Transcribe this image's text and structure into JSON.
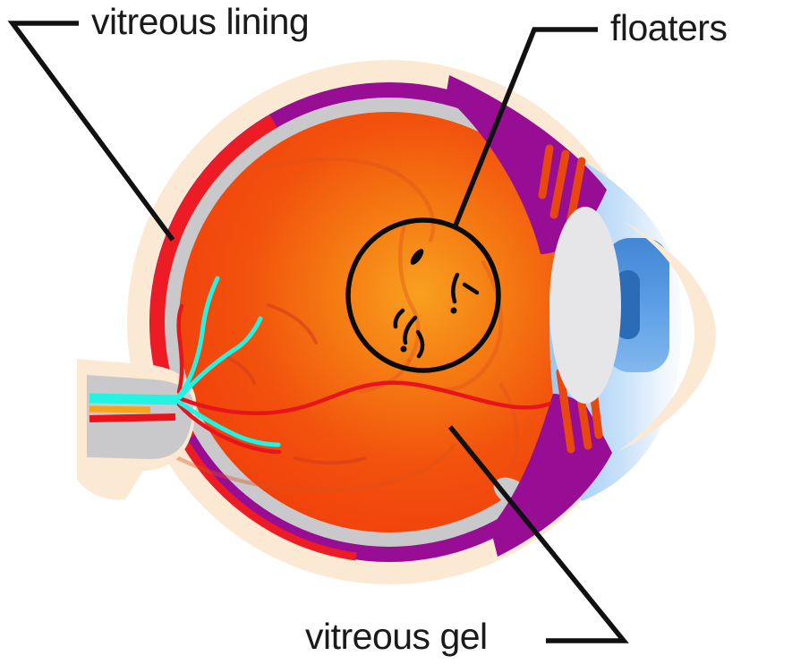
{
  "diagram": {
    "type": "eye-anatomy-floaters",
    "labels": [
      {
        "id": "vitreous-lining",
        "text": "vitreous lining"
      },
      {
        "id": "floaters",
        "text": "floaters"
      },
      {
        "id": "vitreous-gel",
        "text": "vitreous gel"
      }
    ]
  },
  "colors": {
    "label-text": "#1a1a1a",
    "leader-line": "#111111",
    "sclera-cream": "#fbe9d3",
    "choroid-purple": "#970d93",
    "retina-red": "#ec1b24",
    "sclera-gray": "#c9c9cb",
    "vitreous-center": "#f9a01f",
    "vitreous-mid": "#f57a12",
    "vitreous-deep": "#f2520d",
    "vitreous-edge": "#f13b0b",
    "vessel-red": "#e8141b",
    "vein-red": "#d23b1b",
    "vessel-cyan": "#22f3e3",
    "nerve-yellow": "#f9a21b",
    "muscle-stripe-orange": "#e8480e",
    "strand-orange": "#d9511a",
    "cornea-blue": "#9cc7f2",
    "cornea-blue-pale": "#c6e0f9",
    "iris-blue-dark": "#4386d3",
    "iris-blue": "#5c9fe6",
    "iris-blue-light": "#82b8ee",
    "pupil-blue": "#2b6ab4",
    "lens-gray": "#e6e6e8",
    "floater-black": "#0b0b0b"
  }
}
